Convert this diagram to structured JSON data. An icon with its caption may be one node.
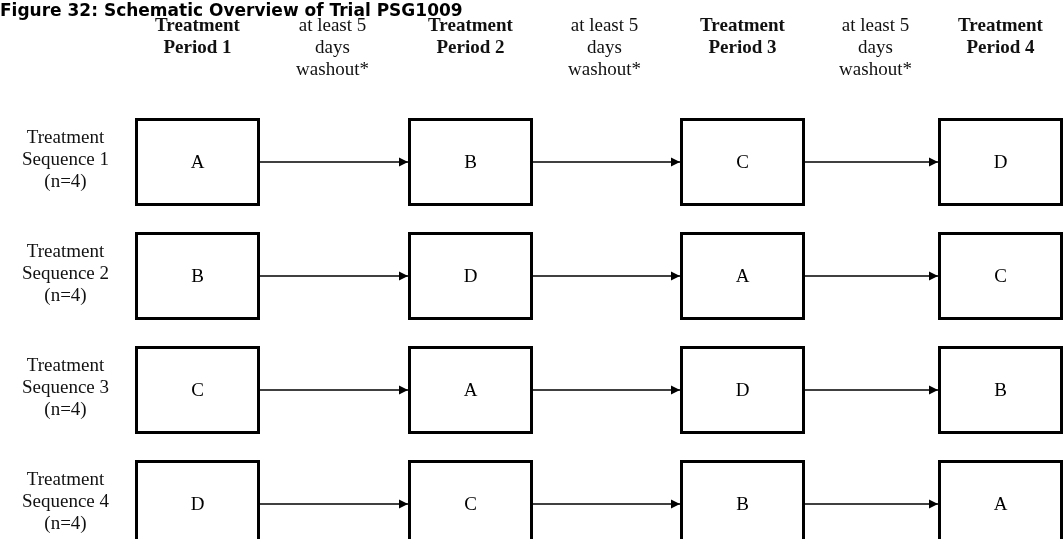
{
  "diagram": {
    "title": "Figure 32: Schematic Overview of Trial PSG1009",
    "nodes": [
      {
        "text": [
          "A"
        ]
      },
      {
        "text": [
          "B"
        ]
      },
      {
        "text": [
          "C"
        ]
      },
      {
        "text": [
          "D"
        ]
      },
      {
        "text": [
          "B"
        ]
      },
      {
        "text": [
          "D"
        ]
      },
      {
        "text": [
          "A"
        ]
      },
      {
        "text": [
          "C"
        ]
      },
      {
        "text": [
          "C"
        ]
      },
      {
        "text": [
          "A"
        ]
      },
      {
        "text": [
          "D"
        ]
      },
      {
        "text": [
          "B"
        ]
      },
      {
        "text": [
          "D"
        ]
      },
      {
        "text": [
          "C"
        ]
      },
      {
        "text": [
          "B"
        ]
      },
      {
        "text": [
          "A"
        ]
      }
    ],
    "edges": [
      {
        "from": 0,
        "to": 1,
        "arrow": "to"
      },
      {
        "from": 1,
        "to": 2,
        "arrow": "to"
      },
      {
        "from": 2,
        "to": 3,
        "arrow": "to"
      },
      {
        "from": 4,
        "to": 5,
        "arrow": "to"
      },
      {
        "from": 5,
        "to": 6,
        "arrow": "to"
      },
      {
        "from": 6,
        "to": 7,
        "arrow": "to"
      },
      {
        "from": 8,
        "to": 9,
        "arrow": "to"
      },
      {
        "from": 9,
        "to": 10,
        "arrow": "to"
      },
      {
        "from": 10,
        "to": 11,
        "arrow": "to"
      },
      {
        "from": 12,
        "to": 13,
        "arrow": "to"
      },
      {
        "from": 13,
        "to": 14,
        "arrow": "to"
      },
      {
        "from": 14,
        "to": 15,
        "arrow": "to"
      }
    ],
    "labels": [
      "Treatment Period 1",
      "at least 5 days washout*",
      "Treatment Period 2",
      "at least 5 days washout*",
      "Treatment Period 3",
      "at least 5 days washout*",
      "Treatment Period 4",
      "Treatment Sequence 1 (n=4)",
      "Treatment Sequence 2 (n=4)",
      "Treatment Sequence 3 (n=4)",
      "Treatment Sequence 4 (n=4)"
    ]
  }
}
